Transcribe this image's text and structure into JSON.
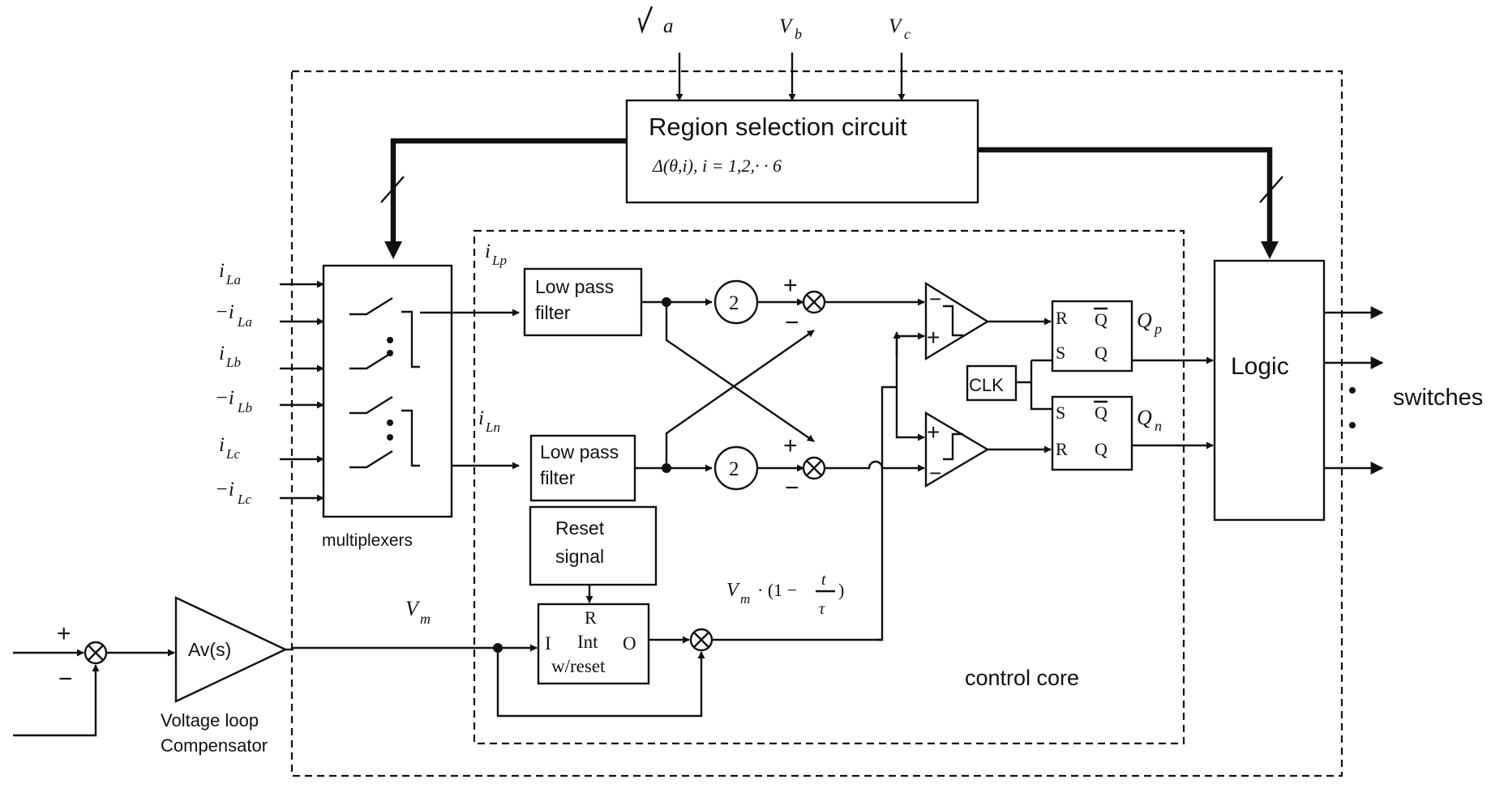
{
  "inputs": {
    "va": "a",
    "vb": "V",
    "vb_sub": "b",
    "vc": "V",
    "vc_sub": "c"
  },
  "region_selection": {
    "title": "Region selection circuit",
    "formula": "Δ(θ,i), i = 1,2,· · 6"
  },
  "currents": {
    "ila": "i",
    "ila_sub": "La",
    "neg_ila": "−i",
    "neg_ila_sub": "La",
    "ilb": "i",
    "ilb_sub": "Lb",
    "neg_ilb": "−i",
    "neg_ilb_sub": "Lb",
    "ilc": "i",
    "ilc_sub": "Lc",
    "neg_ilc": "−i",
    "neg_ilc_sub": "Lc",
    "ilp": "i",
    "ilp_sub": "Lp",
    "iln": "i",
    "iln_sub": "Ln"
  },
  "blocks": {
    "multiplexers": "multiplexers",
    "lpf_top_1": "Low pass",
    "lpf_top_2": "filter",
    "lpf_bottom_1": "Low pass",
    "lpf_bottom_2": "filter",
    "gain_top": "2",
    "gain_bottom": "2",
    "reset_1": "Reset",
    "reset_2": "signal",
    "int_r": "R",
    "int_i": "I",
    "int_int": "Int",
    "int_o": "O",
    "int_wreset": "w/reset",
    "clk": "CLK",
    "logic": "Logic",
    "control_core": "control core",
    "av": "Av(s)",
    "comp_1": "Voltage loop",
    "comp_2": "Compensator",
    "switches": "switches"
  },
  "flipflops": {
    "top_r": "R",
    "top_s": "S",
    "top_qbar": "Q",
    "top_q": "Q",
    "bottom_s": "S",
    "bottom_r": "R",
    "bottom_qbar": "Q",
    "bottom_q": "Q",
    "qp": "Q",
    "qp_sub": "p",
    "qn": "Q",
    "qn_sub": "n"
  },
  "signals": {
    "vm": "V",
    "vm_sub": "m",
    "ramp_v": "V",
    "ramp_sub": "m",
    "ramp_mid": "· (1 −",
    "ramp_num": "t",
    "ramp_den": "τ",
    "ramp_close": ")"
  },
  "signs": {
    "plus": "+",
    "minus": "−"
  }
}
